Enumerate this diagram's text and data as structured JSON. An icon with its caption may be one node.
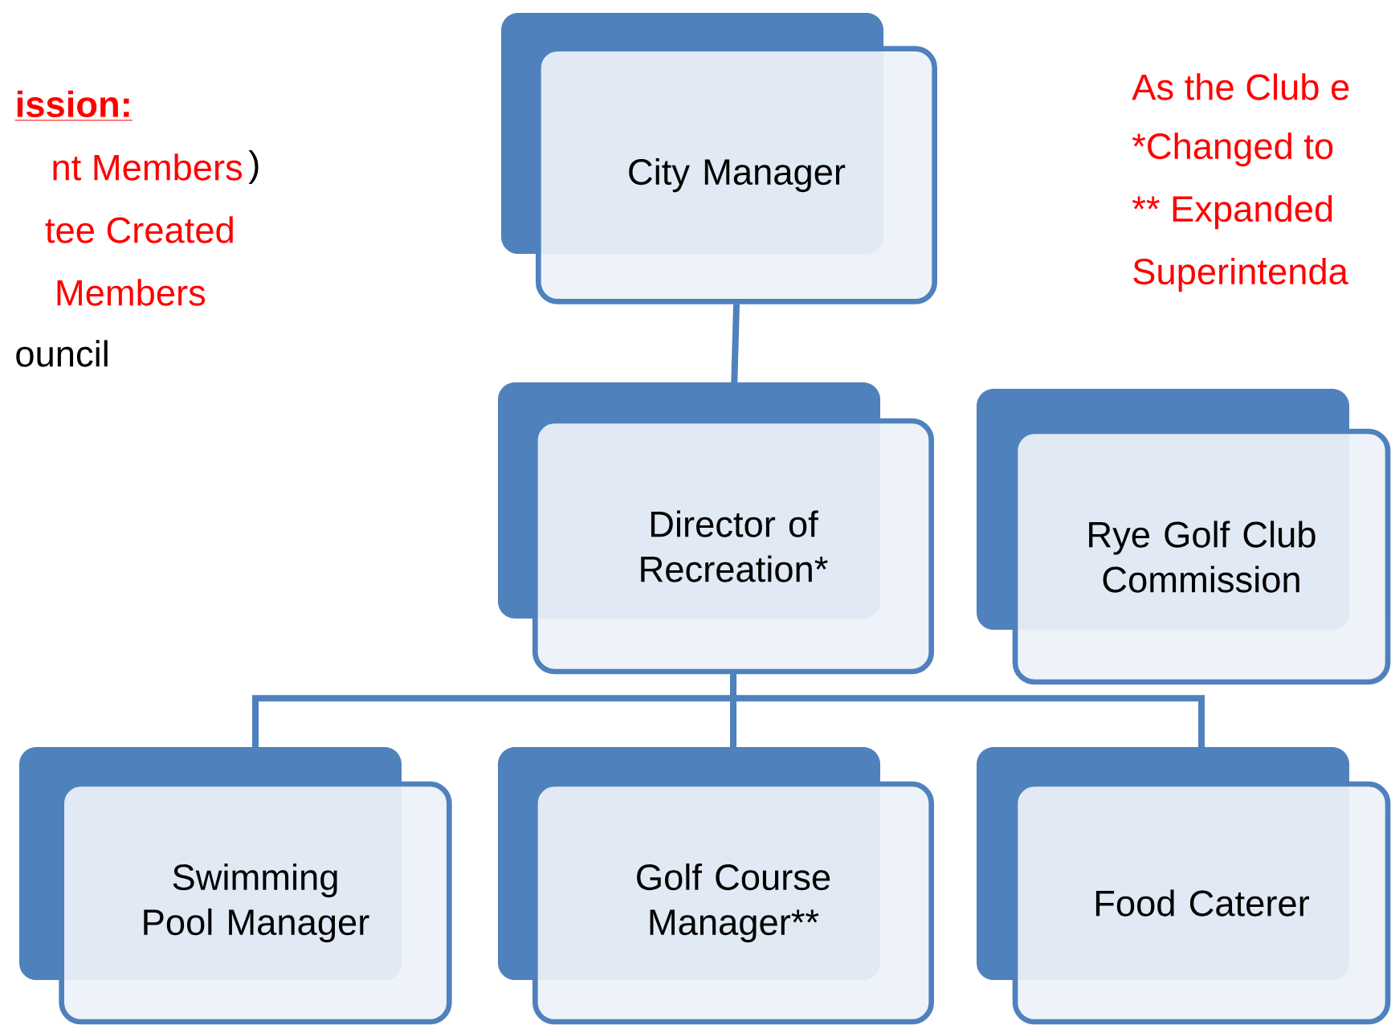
{
  "diagram": {
    "nodes": [
      {
        "text": [
          "City Manager"
        ]
      },
      {
        "text": [
          "Director of Recreation*"
        ]
      },
      {
        "text": [
          "Rye Golf Club Commission"
        ]
      },
      {
        "text": [
          "Swimming Pool Manager"
        ]
      },
      {
        "text": [
          "Golf Course Manager**"
        ]
      },
      {
        "text": [
          "Food Caterer"
        ]
      }
    ],
    "edges": [
      {
        "from": 0,
        "to": 1,
        "arrow": "none"
      },
      {
        "from": 1,
        "to": 3,
        "arrow": "none"
      },
      {
        "from": 1,
        "to": 4,
        "arrow": "none"
      },
      {
        "from": 1,
        "to": 5,
        "arrow": "none"
      }
    ],
    "labels": [
      "ission:",
      "nt Members",
      ")",
      "tee Created",
      "Members",
      "ouncil",
      "As the Club e",
      "*Changed to",
      "** Expanded",
      "Superintenda"
    ]
  }
}
